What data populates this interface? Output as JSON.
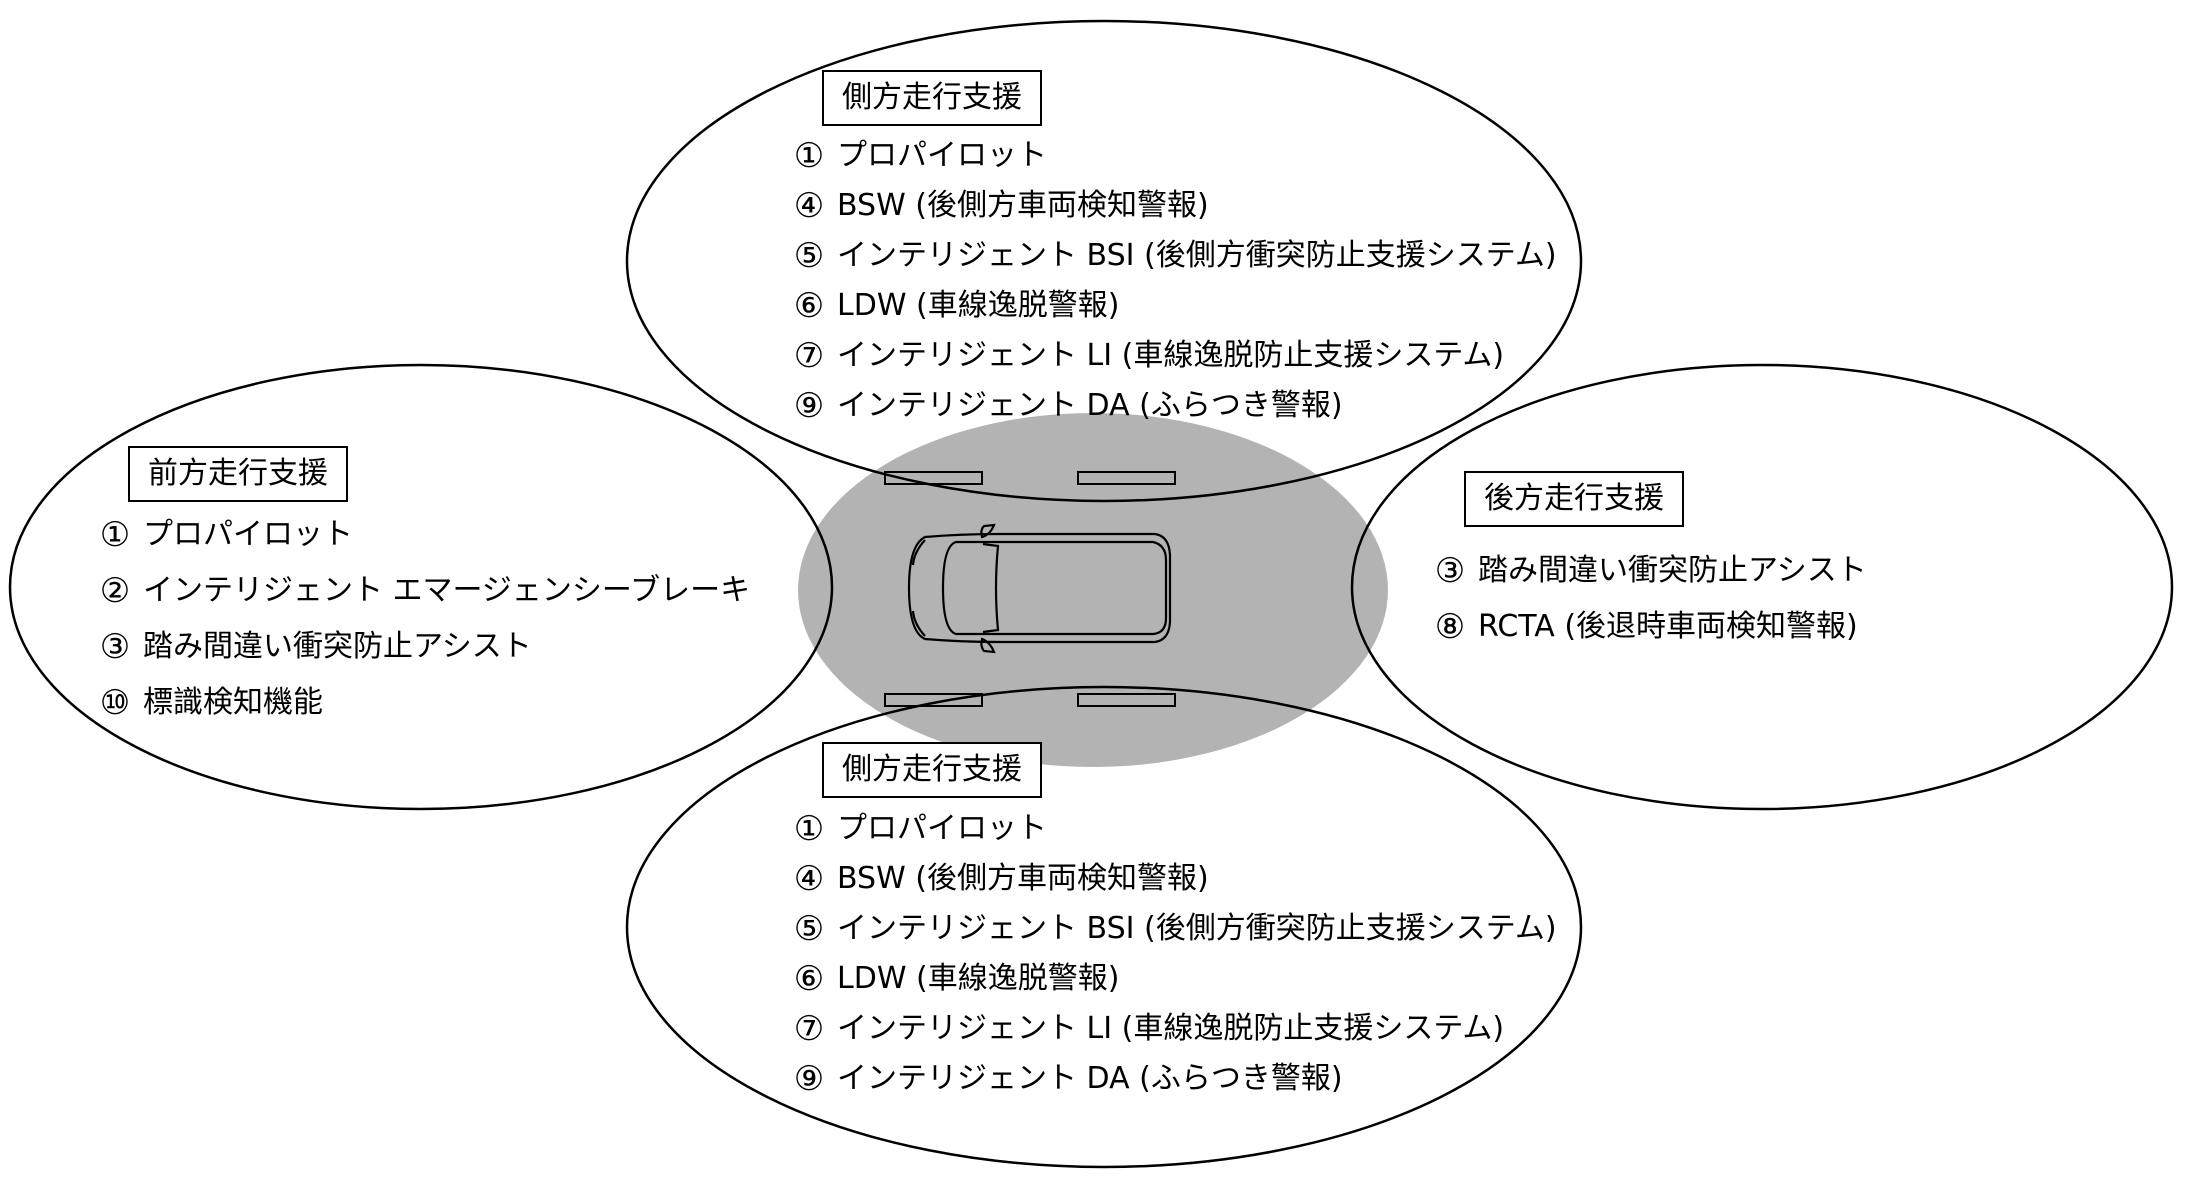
{
  "colors": {
    "zone": "#b3b3b3",
    "line": "#000000"
  },
  "zones": {
    "side_top": {
      "title": "側方走行支援",
      "items": [
        {
          "num": "①",
          "label": "プロパイロット"
        },
        {
          "num": "④",
          "label": "BSW (後側方車両検知警報)"
        },
        {
          "num": "⑤",
          "label": "インテリジェント BSI (後側方衝突防止支援システム)"
        },
        {
          "num": "⑥",
          "label": "LDW (車線逸脱警報)"
        },
        {
          "num": "⑦",
          "label": "インテリジェント LI (車線逸脱防止支援システム)"
        },
        {
          "num": "⑨",
          "label": "インテリジェント DA (ふらつき警報)"
        }
      ]
    },
    "front": {
      "title": "前方走行支援",
      "items": [
        {
          "num": "①",
          "label": "プロパイロット"
        },
        {
          "num": "②",
          "label": "インテリジェント エマージェンシーブレーキ"
        },
        {
          "num": "③",
          "label": "踏み間違い衝突防止アシスト"
        },
        {
          "num": "⑩",
          "label": "標識検知機能"
        }
      ]
    },
    "rear": {
      "title": "後方走行支援",
      "items": [
        {
          "num": "③",
          "label": "踏み間違い衝突防止アシスト"
        },
        {
          "num": "⑧",
          "label": "RCTA (後退時車両検知警報)"
        }
      ]
    },
    "side_bottom": {
      "title": "側方走行支援",
      "items": [
        {
          "num": "①",
          "label": "プロパイロット"
        },
        {
          "num": "④",
          "label": "BSW (後側方車両検知警報)"
        },
        {
          "num": "⑤",
          "label": "インテリジェント BSI (後側方衝突防止支援システム)"
        },
        {
          "num": "⑥",
          "label": "LDW (車線逸脱警報)"
        },
        {
          "num": "⑦",
          "label": "インテリジェント LI (車線逸脱防止支援システム)"
        },
        {
          "num": "⑨",
          "label": "インテリジェント DA (ふらつき警報)"
        }
      ]
    }
  }
}
